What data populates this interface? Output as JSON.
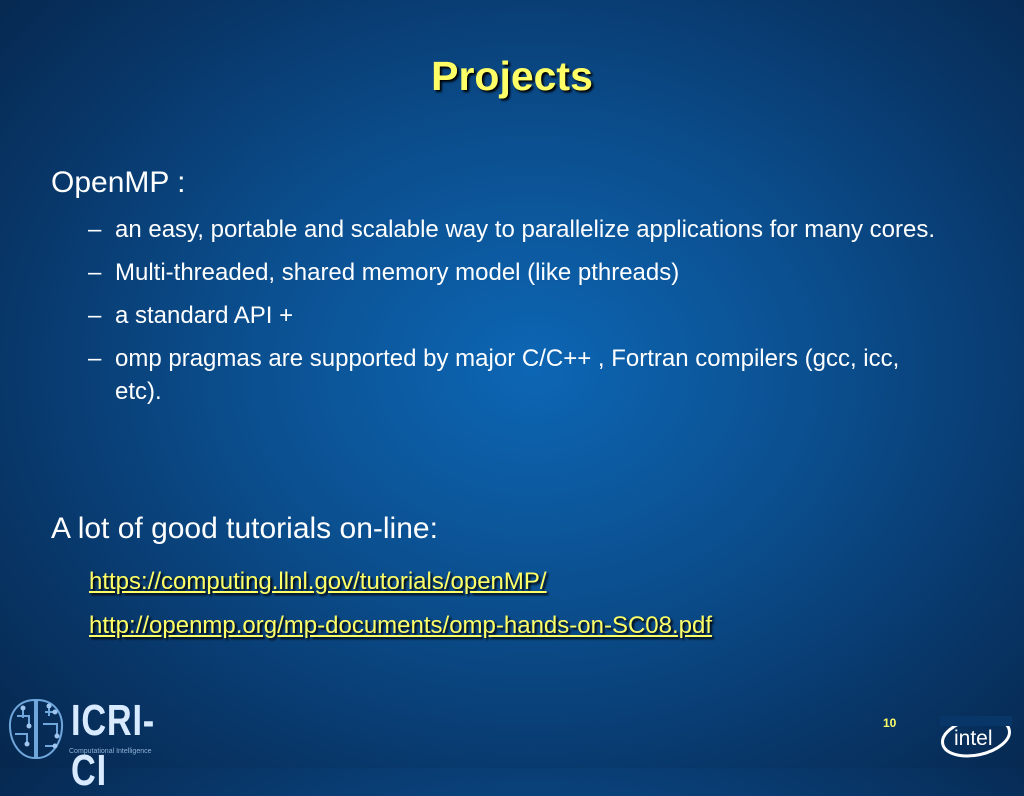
{
  "slide": {
    "title": "Projects",
    "section1": {
      "heading": "OpenMP :",
      "bullets": [
        "an easy, portable and scalable way to parallelize applications for many cores.",
        "Multi-threaded, shared memory model (like pthreads)",
        "a standard API +",
        "omp  pragmas are supported by major C/C++ , Fortran compilers (gcc, icc, etc)."
      ],
      "bullet_marker": "–"
    },
    "section2": {
      "heading": "A lot of good tutorials on-line:",
      "links": [
        "https://computing.llnl.gov/tutorials/openMP/",
        "http://openmp.org/mp-documents/omp-hands-on-SC08.pdf"
      ]
    }
  },
  "footer": {
    "logo_text": "ICRI-CI",
    "logo_subtext": "Computational Intelligence",
    "page_number": "10",
    "brand_logo": "intel"
  },
  "colors": {
    "title": "#ffff66",
    "body_text": "#ffffff",
    "background_center": "#0d66b4",
    "background_edge": "#06284f"
  }
}
